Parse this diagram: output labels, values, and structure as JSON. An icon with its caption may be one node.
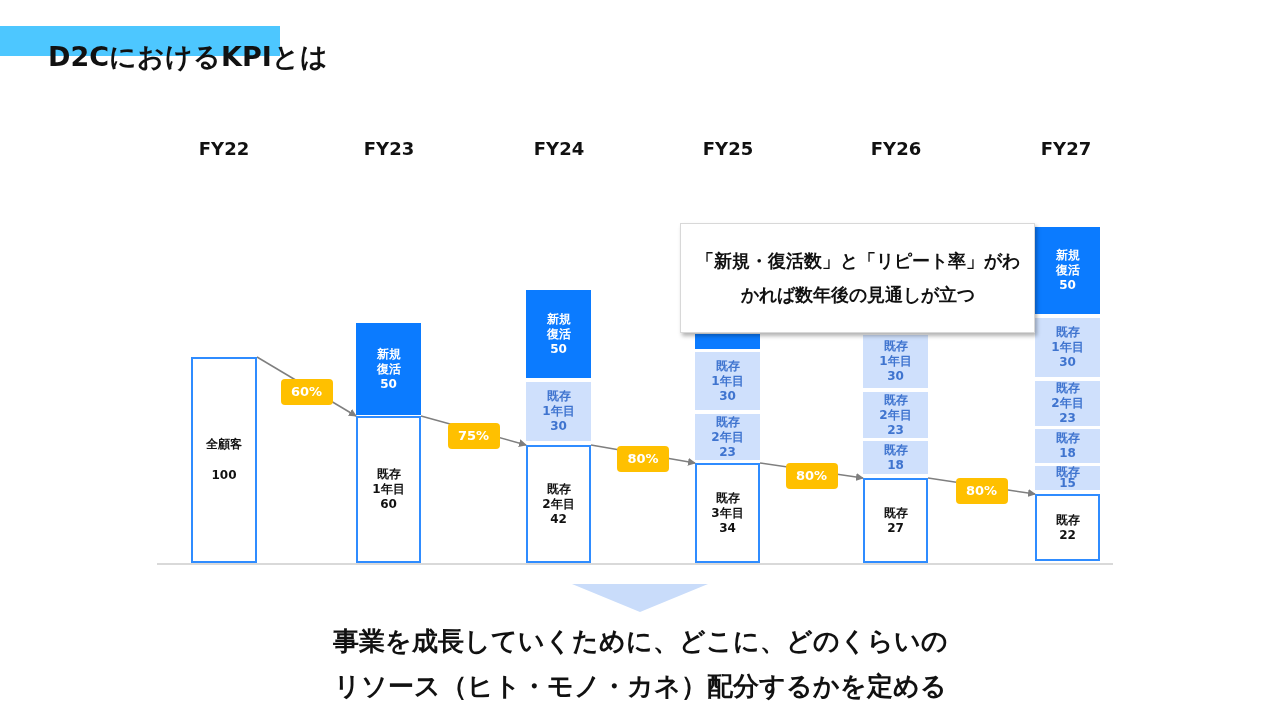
{
  "diagram": {
    "title": "D2CにおけるKPIとは",
    "nodes": [
      {
        "text": [
          "全顧客",
          "100"
        ]
      },
      {
        "text": [
          "新規",
          "復活",
          "50"
        ]
      },
      {
        "text": [
          "既存",
          "1年目",
          "60"
        ]
      },
      {
        "text": [
          "新規",
          "復活",
          "50"
        ]
      },
      {
        "text": [
          "既存",
          "1年目",
          "30"
        ]
      },
      {
        "text": [
          "既存",
          "2年目",
          "42"
        ]
      },
      {
        "text": [],
        "shape": "box"
      },
      {
        "text": [
          "既存",
          "1年目",
          "30"
        ]
      },
      {
        "text": [
          "既存",
          "2年目",
          "23"
        ]
      },
      {
        "text": [
          "既存",
          "3年目",
          "34"
        ]
      },
      {
        "text": [
          "既存",
          "1年目",
          "30"
        ]
      },
      {
        "text": [
          "既存",
          "2年目",
          "23"
        ]
      },
      {
        "text": [
          "既存",
          "18"
        ]
      },
      {
        "text": [
          "既存",
          "27"
        ]
      },
      {
        "text": [
          "「新規・復活数」と「リピート率」がわかれば数年後の見通しが立つ"
        ]
      },
      {
        "text": [
          "新規",
          "復活",
          "50"
        ]
      },
      {
        "text": [
          "既存",
          "1年目",
          "30"
        ]
      },
      {
        "text": [
          "既存",
          "2年目",
          "23"
        ]
      },
      {
        "text": [
          "既存",
          "18"
        ]
      },
      {
        "text": [
          "既存",
          "15"
        ]
      },
      {
        "text": [
          "既存",
          "22"
        ]
      }
    ],
    "edges": [
      {
        "from": 0,
        "to": 2,
        "arrow": "to",
        "label": "60%"
      },
      {
        "from": 2,
        "to": 5,
        "arrow": "to",
        "label": "75%"
      },
      {
        "from": 5,
        "to": 9,
        "arrow": "to",
        "label": "80%"
      },
      {
        "from": 9,
        "to": 13,
        "arrow": "to",
        "label": "80%"
      },
      {
        "from": 13,
        "to": 20,
        "arrow": "to",
        "label": "80%"
      }
    ],
    "labels": [
      "FY22",
      "FY23",
      "FY24",
      "FY25",
      "FY26",
      "FY27",
      "事業を成長していくために、どこに、どのくらいの",
      "リソース（ヒト・モノ・カネ）配分するかを定める"
    ]
  }
}
